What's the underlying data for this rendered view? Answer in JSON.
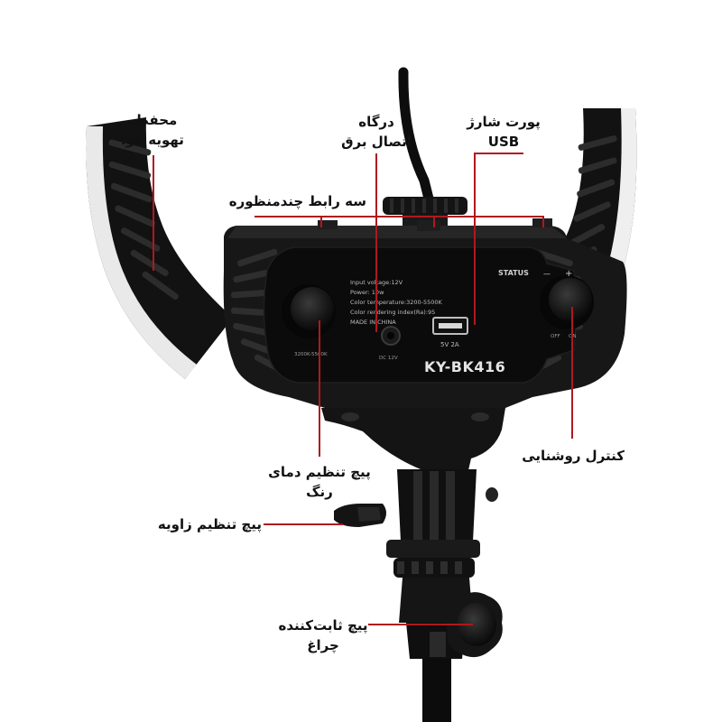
{
  "device": {
    "model": "KY-BK416",
    "status_label": "STATUS",
    "minus_sign": "—",
    "plus_sign": "+",
    "off_label": "OFF",
    "on_label": "ON",
    "spec_lines": [
      "Input voltage:12V",
      "Power: 10w",
      "Color temperature:3200-5500K",
      "Color rendering index(Ra):95",
      "MADE IN CHINA"
    ],
    "usb_rating": "5V 2A",
    "dc_label": "DC 12V",
    "temp_range": "3200K-5500K"
  },
  "callouts": {
    "vent": [
      "محفظه",
      "تهویه هوا"
    ],
    "power_port": [
      "درگاه",
      "اتصال برق"
    ],
    "usb_port": [
      "پورت شارژ",
      "USB"
    ],
    "multi_mount": [
      "سه رابط چندمنظوره"
    ],
    "brightness": [
      "کنترل روشنایی"
    ],
    "color_temp": [
      "پیچ تنظیم دمای",
      "رنگ"
    ],
    "angle": [
      "پیچ تنظیم زاویه"
    ],
    "lock_knob": [
      "پیچ ثابت‌کننده",
      "چراغ"
    ]
  },
  "colors": {
    "callout_line": "#b0181e",
    "body": "#161616",
    "panel": "#0c0c0c",
    "ring_light": "#f3f3f3"
  }
}
